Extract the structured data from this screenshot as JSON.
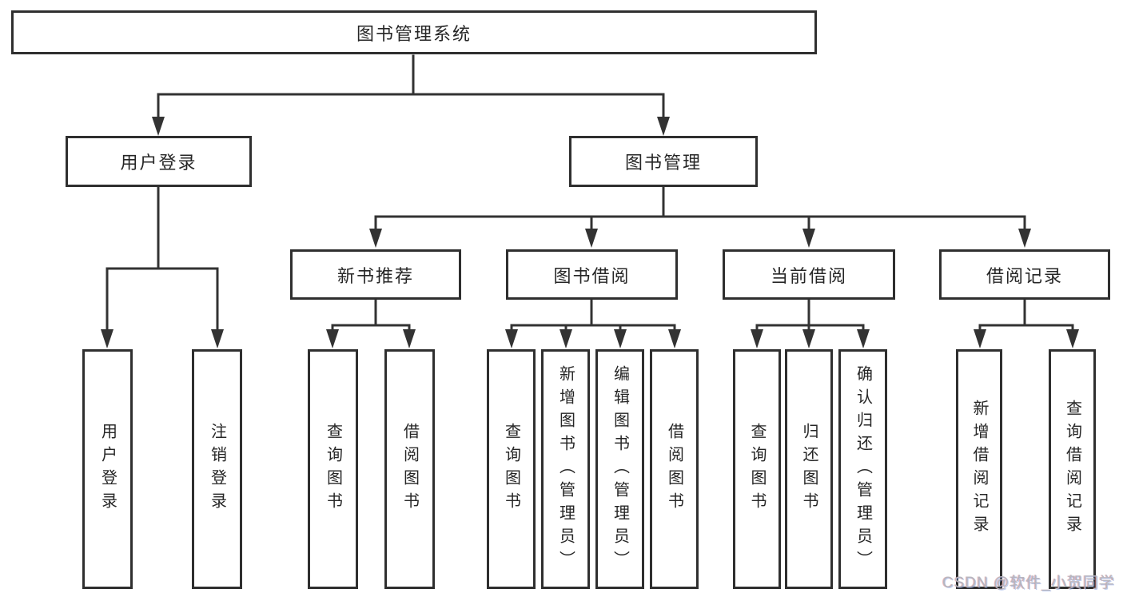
{
  "tree": {
    "root": {
      "label": "图书管理系统"
    },
    "branches": [
      {
        "label": "用户登录",
        "children": [
          {
            "label": "用户登录"
          },
          {
            "label": "注销登录"
          }
        ]
      },
      {
        "label": "图书管理",
        "children": [
          {
            "label": "新书推荐",
            "children": [
              {
                "label": "查询图书"
              },
              {
                "label": "借阅图书"
              }
            ]
          },
          {
            "label": "图书借阅",
            "children": [
              {
                "label": "查询图书"
              },
              {
                "label": "新增图书（管理员）"
              },
              {
                "label": "编辑图书（管理员）"
              },
              {
                "label": "借阅图书"
              }
            ]
          },
          {
            "label": "当前借阅",
            "children": [
              {
                "label": "查询图书"
              },
              {
                "label": "归还图书"
              },
              {
                "label": "确认归还（管理员）"
              }
            ]
          },
          {
            "label": "借阅记录",
            "children": [
              {
                "label": "新增借阅记录"
              },
              {
                "label": "查询借阅记录"
              }
            ]
          }
        ]
      }
    ]
  },
  "watermark": {
    "text": "CSDN @软件_小贺同学"
  },
  "colors": {
    "line": "#333333",
    "box_border": "#2f2f2f",
    "text": "#262626",
    "background": "#ffffff",
    "watermark": "#b6b6bf"
  }
}
